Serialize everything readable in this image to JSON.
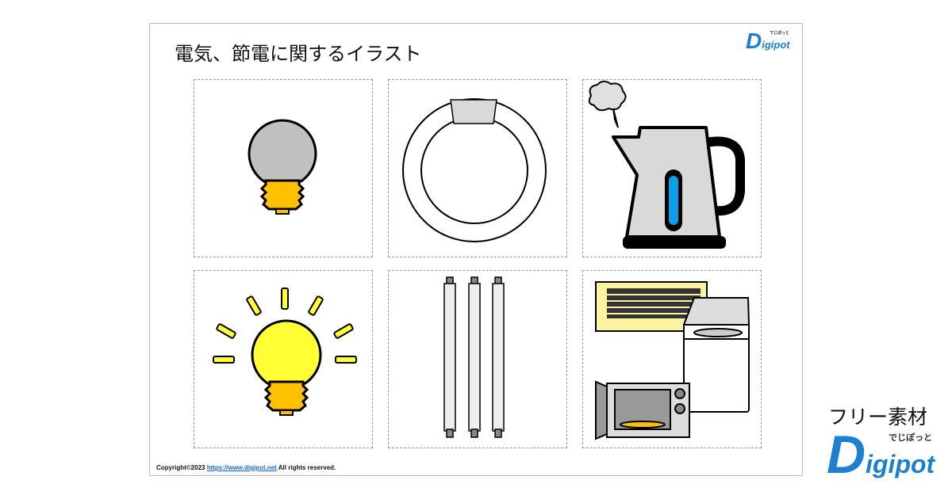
{
  "title": "電気、節電に関するイラスト",
  "footer": {
    "copyright_prefix": "Copyright©2023",
    "link": "https://www.digipot.net",
    "suffix": "All rights reserved."
  },
  "badge": {
    "free_material": "フリー素材"
  },
  "logo": {
    "initial": "D",
    "rest": "igipot",
    "kana": "でじぽっと"
  },
  "illustrations": [
    "light-bulb-off",
    "circular-fluorescent-lamp",
    "electric-kettle",
    "light-bulb-on",
    "fluorescent-tubes",
    "home-appliances"
  ],
  "colors": {
    "bulb_off": "#c0c0c0",
    "bulb_on": "#ffff33",
    "base": "#ffc000",
    "kettle_window": "#0aa0e8",
    "logo": "#1e7fd0"
  }
}
